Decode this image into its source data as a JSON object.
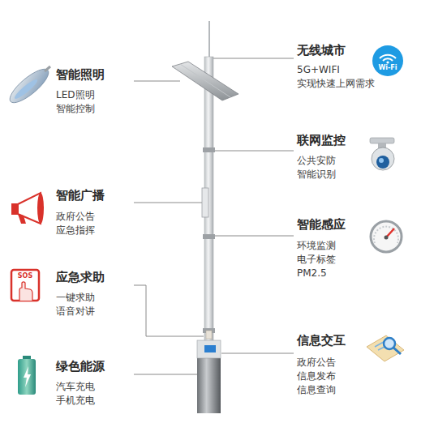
{
  "diagram": {
    "labels": [
      "Wi-Fi",
      "无线城市",
      "5G+WIFI",
      "实现快速上网需求",
      "智能照明",
      "LED照明",
      "智能控制",
      "联网监控",
      "公共安防",
      "智能识别",
      "智能广播",
      "政府公告",
      "应急指挥",
      "智能感应",
      "环境监测",
      "电子标签",
      "PM2.5",
      "SOS",
      "应急求助",
      "一键求助",
      "语音对讲",
      "信息交互",
      "政府公告",
      "信息发布",
      "信息查询",
      "绿色能源",
      "汽车充电",
      "手机充电"
    ]
  }
}
